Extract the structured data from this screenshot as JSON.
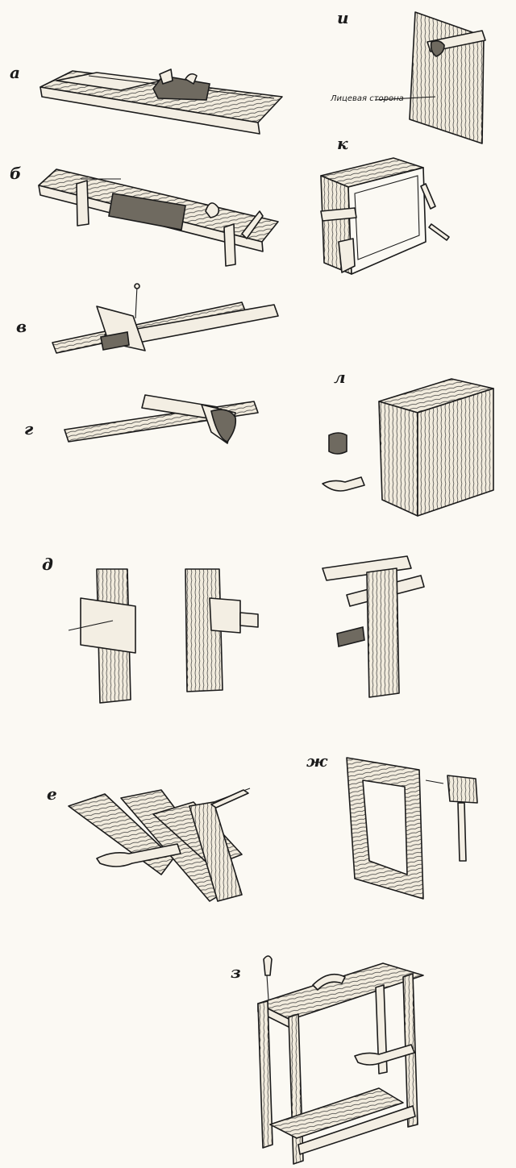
{
  "figure": {
    "labels": {
      "a": "а",
      "b": "б",
      "v": "в",
      "g": "г",
      "d": "д",
      "e": "е",
      "zh": "ж",
      "z": "з",
      "i": "и",
      "k": "к",
      "l": "л"
    },
    "face_side_caption": "Лицевая сторона"
  }
}
